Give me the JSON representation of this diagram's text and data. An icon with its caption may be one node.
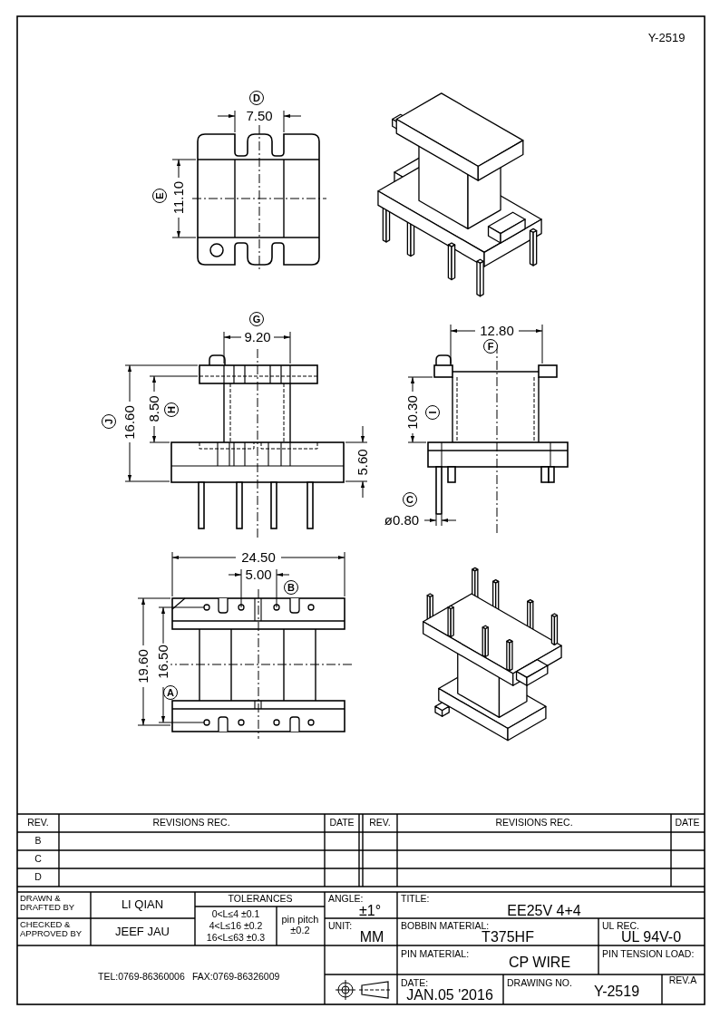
{
  "diagram": {
    "labels": [
      "Y-2519",
      "D",
      "7.50",
      "E",
      "11.10",
      "G",
      "9.20",
      "J",
      "16.60",
      "8.50",
      "H",
      "5.60",
      "12.80",
      "F",
      "10.30",
      "I",
      "C",
      "ø0.80",
      "24.50",
      "5.00",
      "B",
      "19.60",
      "16.50",
      "A",
      "REV.",
      "REVISIONS  REC.",
      "DATE",
      "REV.",
      "REVISIONS  REC.",
      "DATE",
      "B",
      "C",
      "D",
      "DRAWN & DRAFTED BY",
      "LI QIAN",
      "TOLERANCES",
      "0<L≤4  ±0.1",
      "4<L≤16 ±0.2",
      "16<L≤63 ±0.3",
      "pin pitch ±0.2",
      "ANGLE:",
      "±1°",
      "TITLE:",
      "EE25V 4+4",
      "CHECKED & APPROVED BY",
      "JEEF JAU",
      "UNIT:",
      "MM",
      "BOBBIN MATERIAL:",
      "T375HF",
      "UL REC.",
      "UL 94V-0",
      "TEL:0769-86360006",
      "FAX:0769-86326009",
      "PIN MATERIAL:",
      "CP WIRE",
      "PIN TENSION LOAD:",
      "DATE:",
      "JAN.05 '2016",
      "DRAWING NO.",
      "Y-2519",
      "REV.A"
    ]
  }
}
